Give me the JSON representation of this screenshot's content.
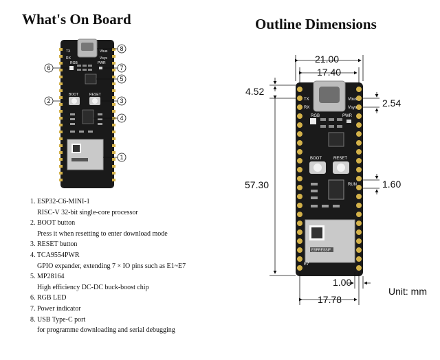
{
  "left_title": "What's On Board",
  "right_title": "Outline Dimensions",
  "components": [
    {
      "number": "1",
      "title": "1. ESP32-C6-MINI-1",
      "subtitle": "RISC-V 32-bit single-core processor"
    },
    {
      "number": "2",
      "title": "2. BOOT button",
      "subtitle": "Press it when resetting to enter download mode"
    },
    {
      "number": "3",
      "title": "3. RESET button",
      "subtitle": ""
    },
    {
      "number": "4",
      "title": "4. TCA9554PWR",
      "subtitle": "GPIO expander, extending 7 × IO pins such as E1~E7"
    },
    {
      "number": "5",
      "title": "5. MP28164",
      "subtitle": "High efficiency DC-DC buck-boost chip"
    },
    {
      "number": "6",
      "title": "6. RGB LED",
      "subtitle": ""
    },
    {
      "number": "7",
      "title": "7. Power indicator",
      "subtitle": ""
    },
    {
      "number": "8",
      "title": "8. USB Type-C port",
      "subtitle": "for programme downloading and serial debugging"
    }
  ],
  "board_labels": {
    "boot": "BOOT",
    "reset": "RESET",
    "rgb": "RGB",
    "pwr": "PWR",
    "tx": "TX",
    "rx": "RX",
    "vbus": "Vbus",
    "vsys": "Vsys",
    "run": "RUN",
    "e7": "E7",
    "espressif": "ESPRESSIF"
  },
  "dimensions": {
    "total_width": "21.00",
    "hole_spacing_top": "17.40",
    "top_offset": "4.52",
    "top_right_offset": "2.54",
    "height": "57.30",
    "pin_pitch": "1.60",
    "bottom_offset": "1.00",
    "bottom_width": "17.78"
  },
  "unit_label": "Unit: mm",
  "colors": {
    "pcb": "#1a1a1a",
    "pad": "#d4b24a",
    "module": "#c9c9c9",
    "text": "#111111"
  }
}
